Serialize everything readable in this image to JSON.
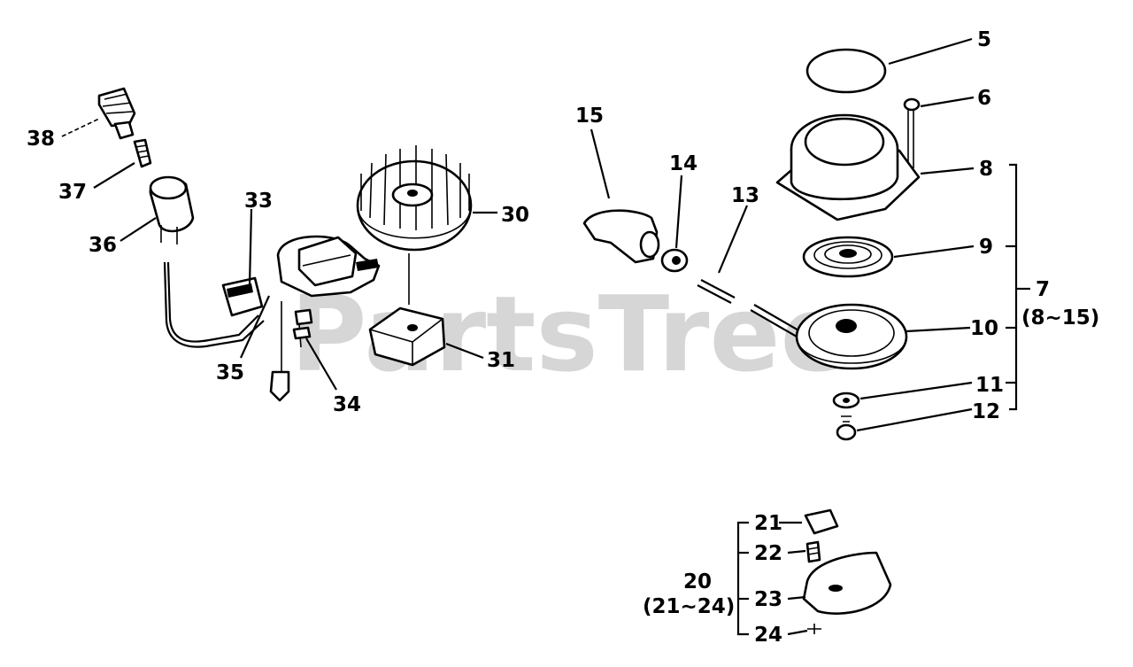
{
  "watermark": "PartsTree",
  "labels": {
    "p5": "5",
    "p6": "6",
    "p7": "7",
    "p7range": "(8~15)",
    "p8": "8",
    "p9": "9",
    "p10": "10",
    "p11": "11",
    "p12": "12",
    "p13": "13",
    "p14": "14",
    "p15": "15",
    "p20": "20",
    "p20range": "(21~24)",
    "p21": "21",
    "p22": "22",
    "p23": "23",
    "p24": "24",
    "p30": "30",
    "p31": "31",
    "p33": "33",
    "p34": "34",
    "p35": "35",
    "p36": "36",
    "p37": "37",
    "p38": "38"
  }
}
